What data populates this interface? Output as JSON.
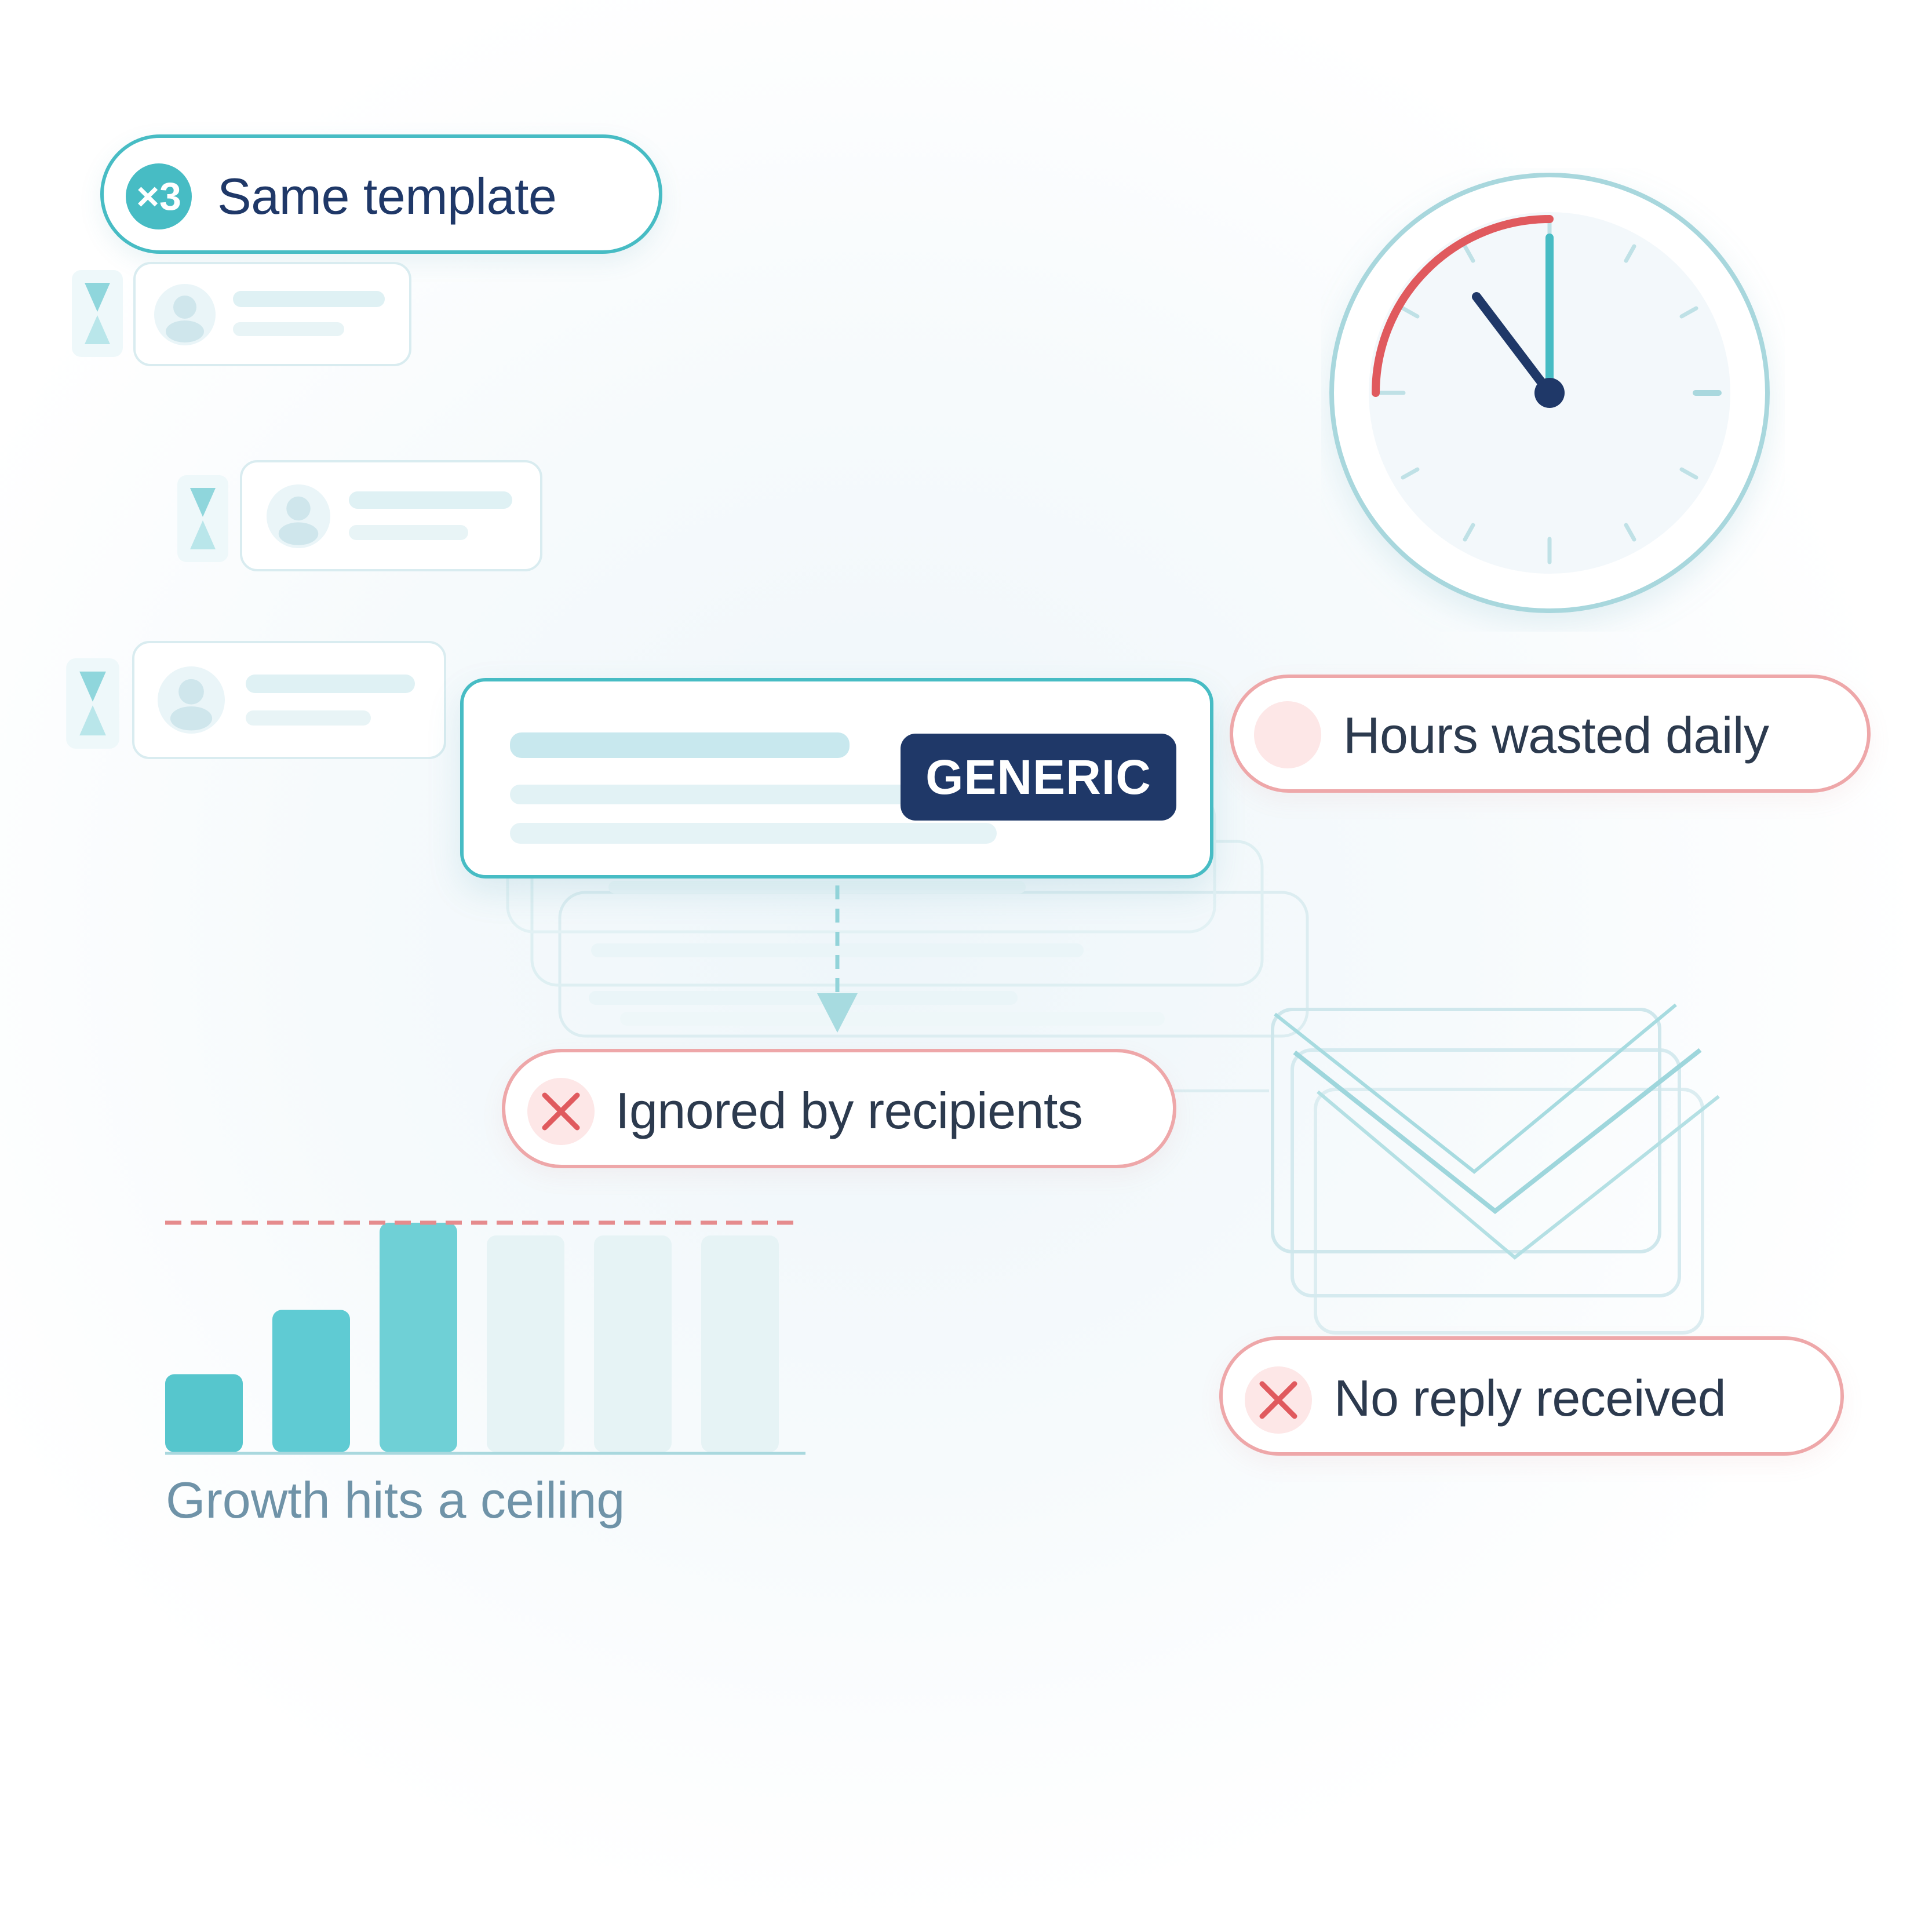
{
  "template_pill": {
    "badge": "×3",
    "label": "Same template"
  },
  "generic_card": {
    "badge": "GENERIC"
  },
  "status_pills": {
    "hours": "Hours wasted daily",
    "ignored": "Ignored by recipients",
    "no_reply": "No reply received"
  },
  "growth": {
    "caption": "Growth hits a ceiling"
  },
  "colors": {
    "teal": "#47bcc4",
    "navy": "#1f3868",
    "red": "#e05a5e",
    "pale_teal": "#dff1f4"
  },
  "icons": [
    "hourglass-icon",
    "user-avatar-icon",
    "clock-icon",
    "close-x-icon",
    "envelope-icon",
    "arrow-down-icon"
  ],
  "chart_data": {
    "type": "bar",
    "categories": [
      "",
      "",
      "",
      "",
      "",
      ""
    ],
    "values": [
      3.4,
      6.2,
      10,
      10,
      10,
      10
    ],
    "active": [
      true,
      true,
      true,
      false,
      false,
      false
    ],
    "ceiling": 10,
    "ylim": [
      0,
      10
    ],
    "title": "Growth hits a ceiling"
  }
}
